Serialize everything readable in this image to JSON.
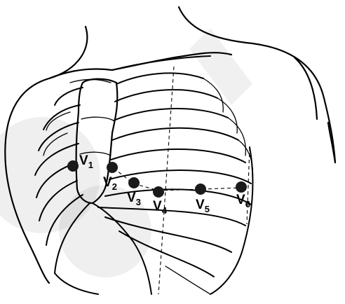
{
  "electrodes": [
    {
      "id": "v1",
      "letter": "V",
      "sub": "1"
    },
    {
      "id": "v2",
      "letter": "V",
      "sub": "2"
    },
    {
      "id": "v3",
      "letter": "V",
      "sub": "3"
    },
    {
      "id": "v4",
      "letter": "V",
      "sub": "4"
    },
    {
      "id": "v5",
      "letter": "V",
      "sub": "5"
    },
    {
      "id": "v6",
      "letter": "V",
      "sub": "6"
    }
  ],
  "colors": {
    "line": "#000000",
    "electrode": "#1a1a1a",
    "background": "#ffffff"
  }
}
